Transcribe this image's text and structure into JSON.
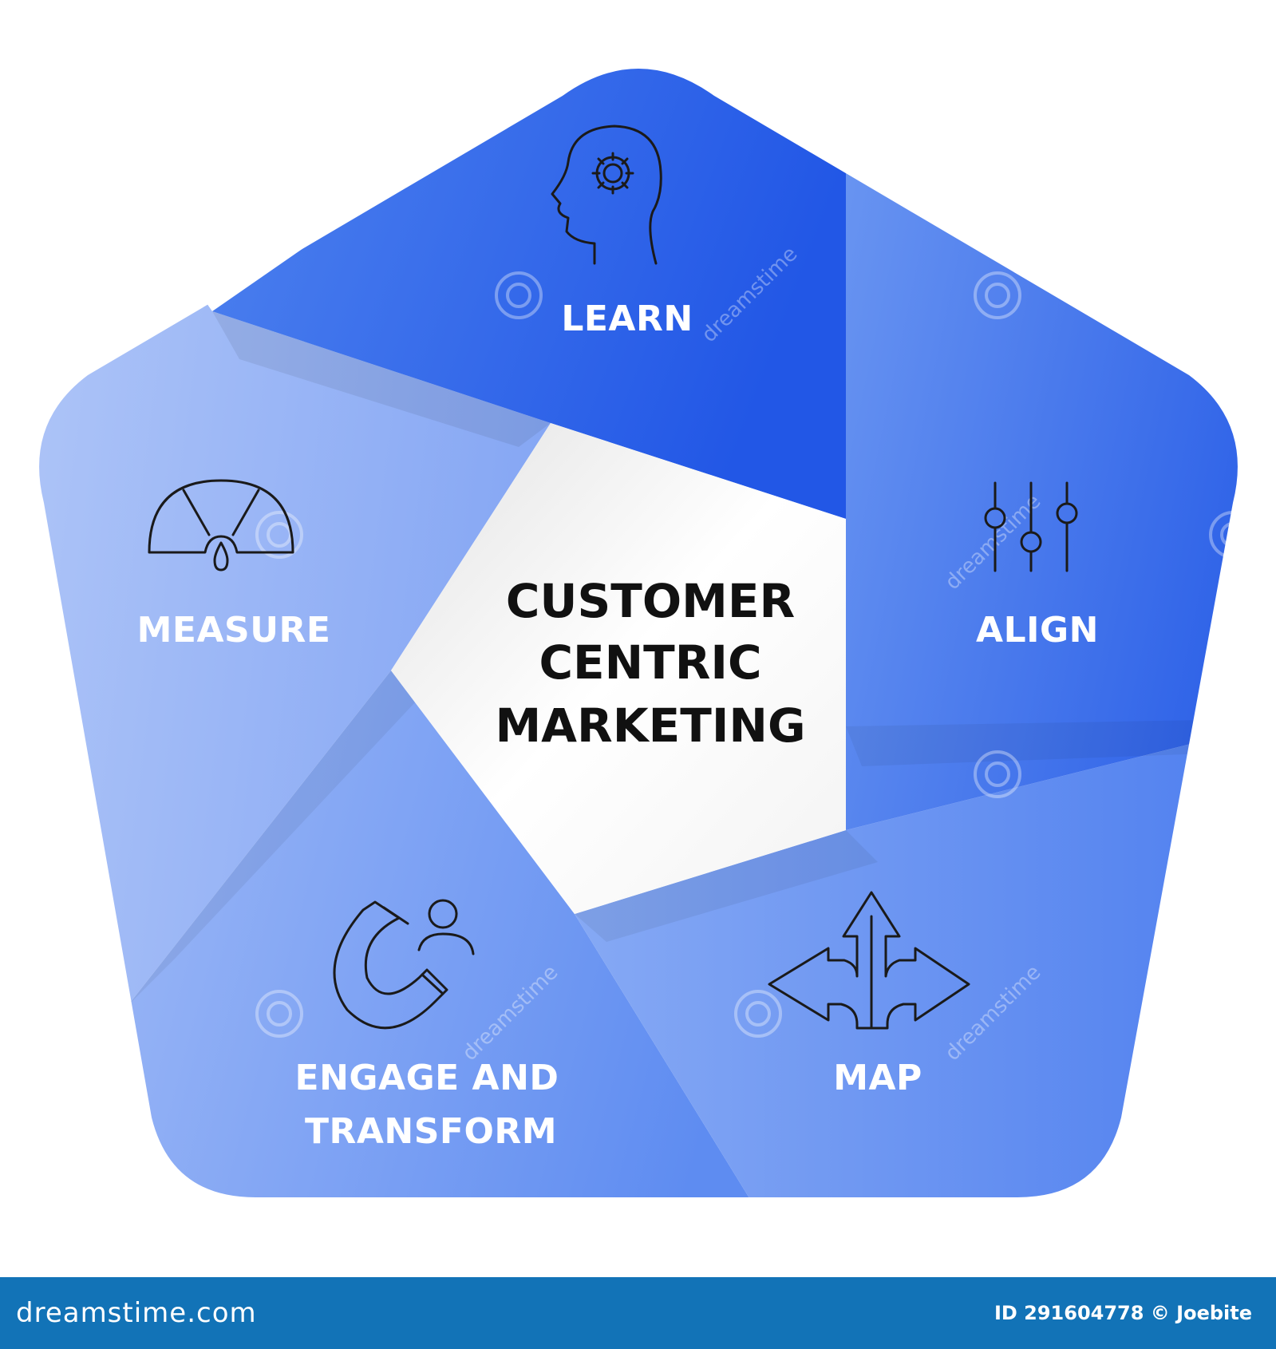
{
  "center": {
    "line1": "CUSTOMER",
    "line2": "CENTRIC",
    "line3": "MARKETING"
  },
  "segments": [
    {
      "label": "LEARN",
      "icon": "head-gear-icon",
      "color": "#2b63ea"
    },
    {
      "label": "ALIGN",
      "icon": "sliders-icon",
      "color": "#4275ec"
    },
    {
      "label": "MAP",
      "icon": "split-arrows-icon",
      "color": "#5b8af0"
    },
    {
      "label": "ENGAGE AND",
      "label2": "TRANSFORM",
      "icon": "magnet-person-icon",
      "color": "#7d9ff3"
    },
    {
      "label": "MEASURE",
      "icon": "gauge-icon",
      "color": "#a3bcf7"
    }
  ],
  "watermark": {
    "text": "dreamstime"
  },
  "footer": {
    "brand": "dreamstime.com",
    "id_text": "ID 291604778 © Joebite",
    "color": "#1273b7"
  }
}
